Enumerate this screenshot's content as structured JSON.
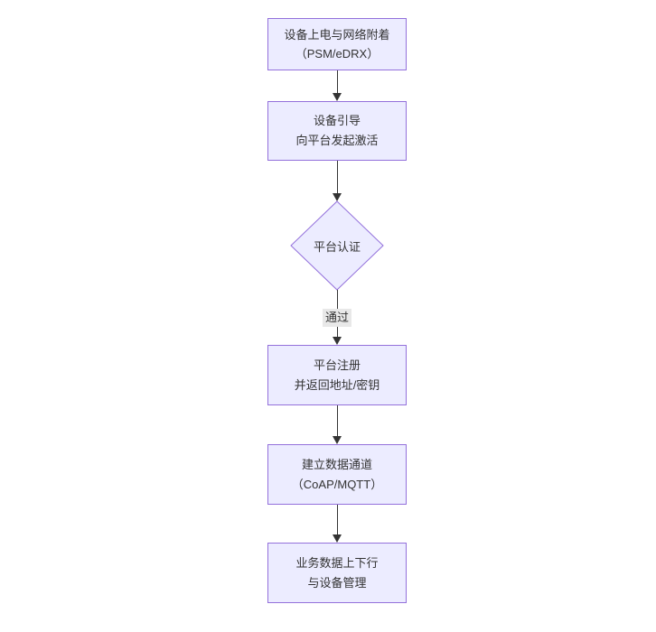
{
  "diagram": {
    "type": "flowchart",
    "direction": "top-down",
    "colors": {
      "node_fill": "#ECECFF",
      "node_border": "#9370DB",
      "text": "#333333",
      "edge": "#333333",
      "edge_label_bg": "#e8e8e8",
      "page_bg": "#ffffff"
    },
    "nodes": [
      {
        "id": "A",
        "shape": "rect",
        "line1": "设备上电与网络附着",
        "line2": "（PSM/eDRX）"
      },
      {
        "id": "B",
        "shape": "rect",
        "line1": "设备引导",
        "line2": "向平台发起激活"
      },
      {
        "id": "C",
        "shape": "diamond",
        "line1": "平台认证"
      },
      {
        "id": "D",
        "shape": "rect",
        "line1": "平台注册",
        "line2": "并返回地址/密钥"
      },
      {
        "id": "E",
        "shape": "rect",
        "line1": "建立数据通道",
        "line2": "（CoAP/MQTT）"
      },
      {
        "id": "F",
        "shape": "rect",
        "line1": "业务数据上下行",
        "line2": "与设备管理"
      }
    ],
    "edges": [
      {
        "from": "A",
        "to": "B",
        "label": ""
      },
      {
        "from": "B",
        "to": "C",
        "label": ""
      },
      {
        "from": "C",
        "to": "D",
        "label": "通过"
      },
      {
        "from": "D",
        "to": "E",
        "label": ""
      },
      {
        "from": "E",
        "to": "F",
        "label": ""
      }
    ]
  }
}
